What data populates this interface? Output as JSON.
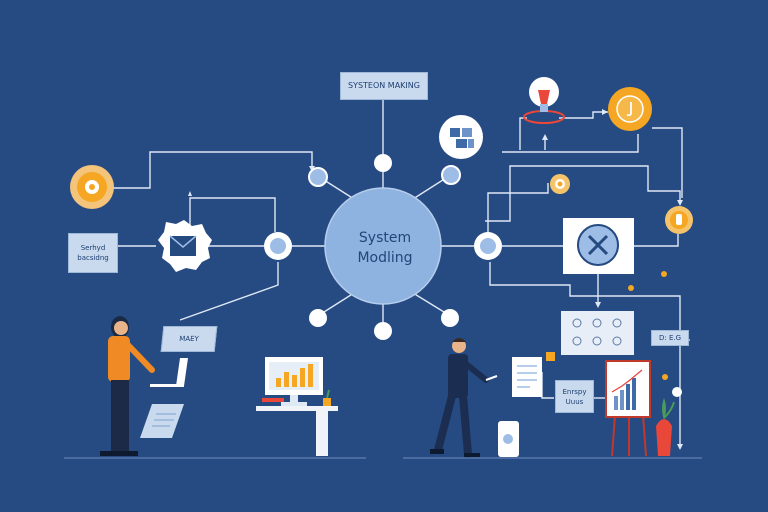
{
  "diagram": {
    "top_label": "SYSTEON MAKING",
    "hub_title": {
      "line1": "System",
      "line2": "Modling"
    },
    "left_card": {
      "line1": "Serhyd",
      "line2": "bacsidng"
    },
    "laptop_card": "MAEY",
    "right_tag": "D: E.G",
    "chart_card": {
      "line1": "Enrspy",
      "line2": "Uuus"
    }
  },
  "colors": {
    "background": "#264a82",
    "connector": "#dfe8f5",
    "hub": "#8fb3e0",
    "node": "#9dbde6",
    "accent_orange": "#f5a623",
    "accent_red": "#e8473a",
    "card": "#c9daef"
  },
  "icons": [
    "lightbulb-icon",
    "coin-icon",
    "gear-coin-icon",
    "envelope-badge-icon",
    "close-x-icon",
    "document-icon",
    "bar-chart-icon",
    "plant-icon",
    "phone-icon"
  ]
}
